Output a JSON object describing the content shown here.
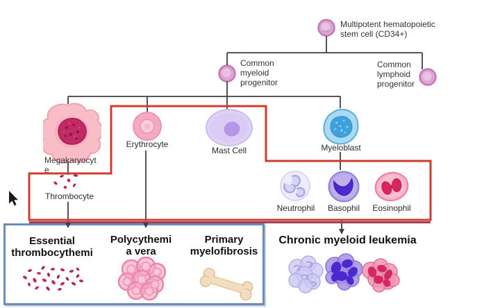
{
  "root_label_lines": [
    "Multipotent hematopoietic",
    "stem cell (CD34+)"
  ],
  "myeloid_label_lines": [
    "Common",
    "myeloid",
    "progenitor"
  ],
  "lymphoid_label_lines": [
    "Common",
    "lymphoid",
    "progenitor"
  ],
  "cells": {
    "megakaryocyte_lines": [
      "Megakaryocyt",
      "e"
    ],
    "thrombocyte": "Thrombocyte",
    "erythrocyte": "Erythrocyte",
    "mast_cell": "Mast Cell",
    "myeloblast": "Myeloblast",
    "neutrophil": "Neutrophil",
    "basophil": "Basophil",
    "eosinophil": "Eosinophil"
  },
  "diseases": {
    "essential_thrombocythemia_lines": [
      "Essential",
      "thrombocythemi"
    ],
    "polycythemia_vera_lines": [
      "Polycythemi",
      "a vera"
    ],
    "primary_myelofibrosis_lines": [
      "Primary",
      "myelofibrosis"
    ],
    "chronic_myeloid_leukemia": "Chronic myeloid leukemia"
  },
  "colors": {
    "highlight_box_red": "#d13b2e",
    "highlight_box_red_shadow": "#a24056",
    "disease_box_blue": "#6b8cbb",
    "connector_line": "#3f3f3f",
    "progenitor_cell_fill": "#dca4d2",
    "progenitor_cell_border": "#c678b2",
    "megakaryocyte_fill": "#f8bdc6",
    "megakaryocyte_nucleus": "#c12a63",
    "erythrocyte_fill": "#f4aac3",
    "mast_cell_fill": "#ded3f4",
    "mast_cell_nucleus": "#b795e7",
    "myeloblast_fill": "#a9d9f4",
    "myeloblast_nucleus": "#3fa0da",
    "neutrophil_fill": "#edecfa",
    "basophil_fill": "#b6a7ea",
    "basophil_nucleus": "#4b28cf",
    "eosinophil_fill": "#f6b2c6",
    "eosinophil_nucleus": "#d8255e",
    "platelet": "#c2255c",
    "bone_fill": "#f3ddc1"
  }
}
